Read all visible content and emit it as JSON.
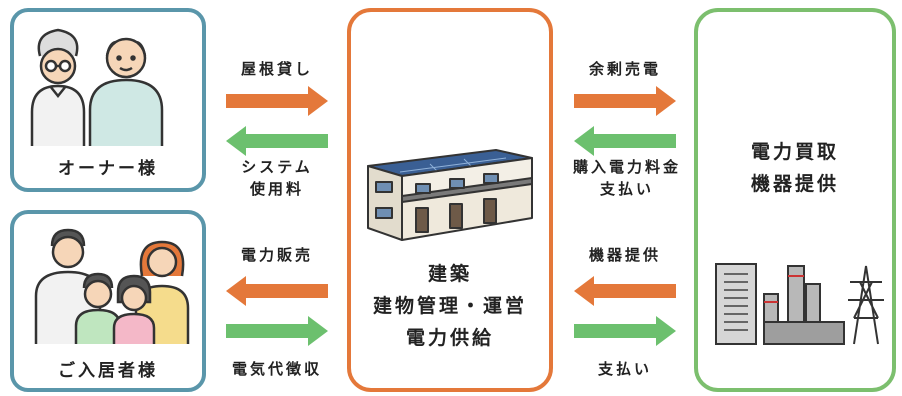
{
  "owner": {
    "label": "オーナー様"
  },
  "resident": {
    "label": "ご入居者様"
  },
  "center": {
    "line1": "建築",
    "line2": "建物管理・運営",
    "line3": "電力供給"
  },
  "provider": {
    "line1": "電力買取",
    "line2": "機器提供"
  },
  "flows": {
    "roof_lease": "屋根貸し",
    "system_fee_1": "システム",
    "system_fee_2": "使用料",
    "power_sales": "電力販売",
    "electricity_fee": "電気代徴収",
    "surplus_sale": "余剰売電",
    "purchase_fee_1": "購入電力料金",
    "purchase_fee_2": "支払い",
    "equipment_supply": "機器提供",
    "payment": "支払い"
  },
  "colors": {
    "orange": "#e4783a",
    "green": "#6cc06e",
    "blue_border": "#5a96aa",
    "green_border": "#7cbf6e"
  }
}
